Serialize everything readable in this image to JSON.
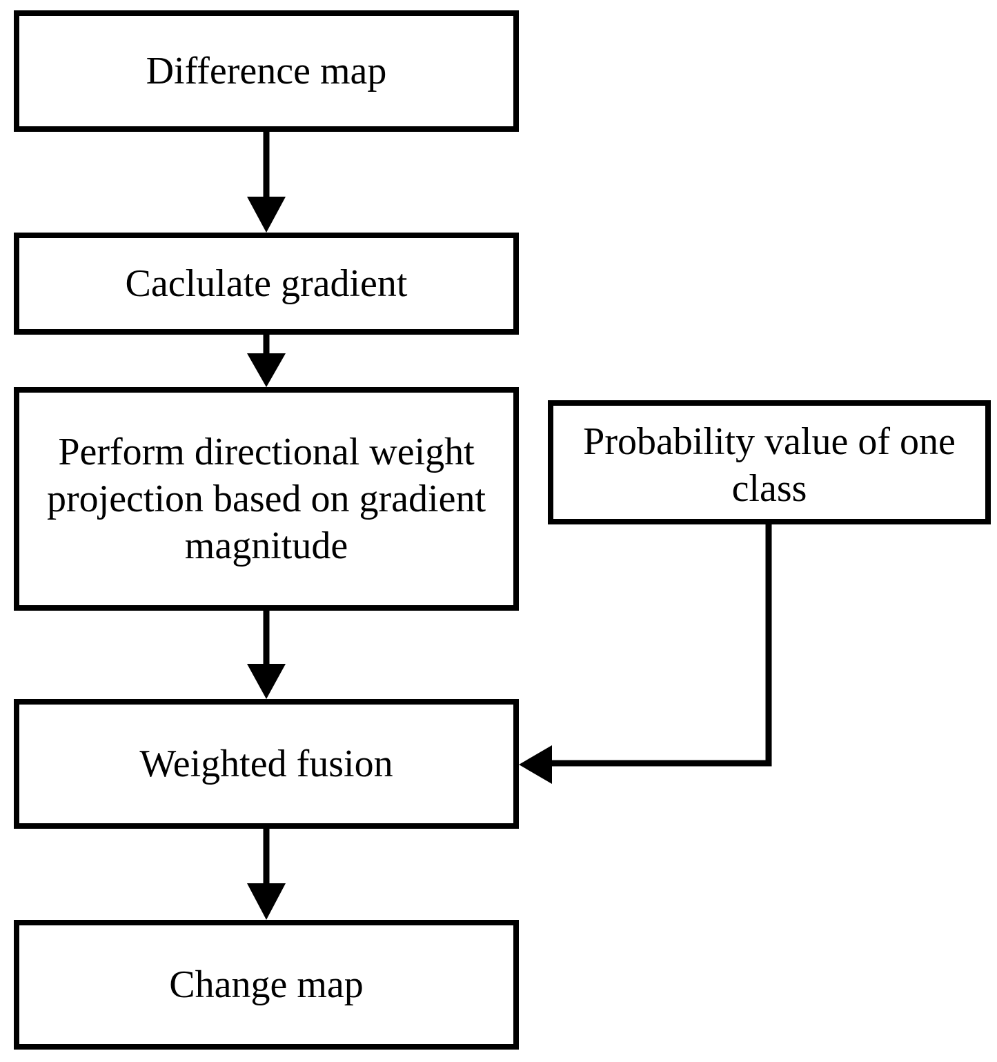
{
  "diagram": {
    "nodes": {
      "difference_map": "Difference map",
      "calculate_gradient": "Caclulate gradient",
      "directional_projection": "Perform directional weight projection based on gradient magnitude",
      "probability_value": "Probability value of one class",
      "weighted_fusion": "Weighted fusion",
      "change_map": "Change map"
    },
    "edges": [
      {
        "from": "difference_map",
        "to": "calculate_gradient"
      },
      {
        "from": "calculate_gradient",
        "to": "directional_projection"
      },
      {
        "from": "directional_projection",
        "to": "weighted_fusion"
      },
      {
        "from": "probability_value",
        "to": "weighted_fusion"
      },
      {
        "from": "weighted_fusion",
        "to": "change_map"
      }
    ],
    "colors": {
      "stroke": "#000000",
      "fill": "#ffffff"
    }
  }
}
